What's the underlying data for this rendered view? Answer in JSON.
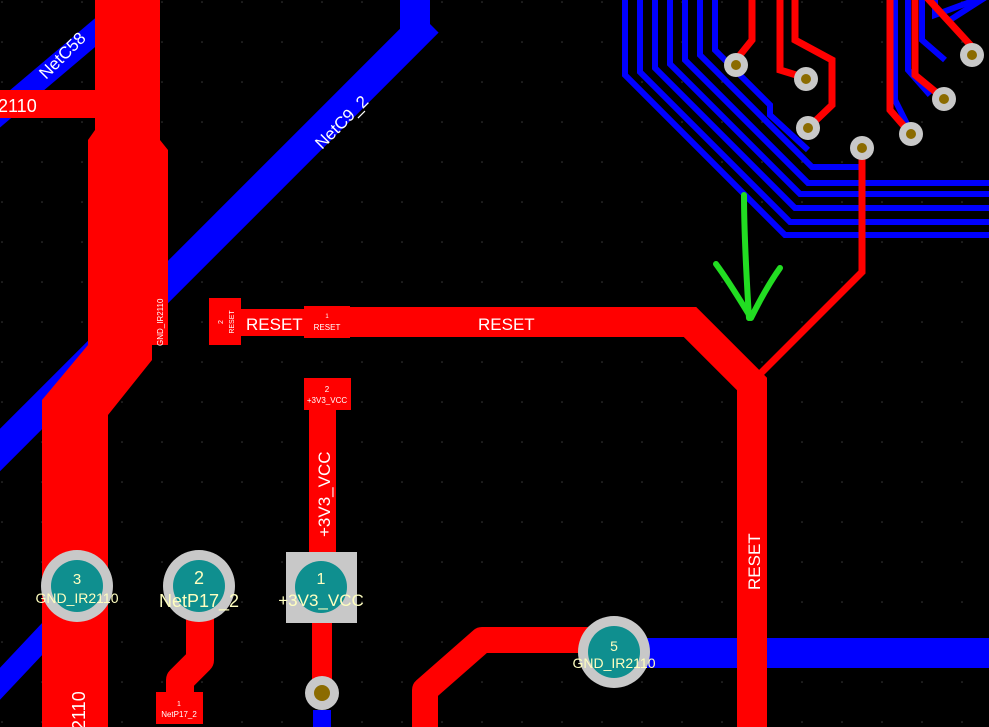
{
  "colors": {
    "background": "#000000",
    "top_copper": "#ff0000",
    "bottom_copper": "#0000ff",
    "pad_ring": "#c8c8c8",
    "pad_core": "#0f8f8f",
    "via_ring": "#c8c8c8",
    "via_hole": "#8b6b00",
    "silk_text": "#ffffc0",
    "net_text": "#ffffff",
    "annotation": "#22dd22"
  },
  "net_labels": {
    "netc58": "NetC58",
    "netc9": "NetC9_2",
    "ir2110_left": "2110",
    "ir2110_bottom": "2110",
    "reset_small": "RESET",
    "reset_mid": "RESET",
    "reset_vertical": "RESET",
    "vcc_vertical": "+3V3_VCC",
    "gnd_side": "GND_IR2110"
  },
  "pads": {
    "pad3": {
      "number": "3",
      "net": "GND_IR2110"
    },
    "pad2": {
      "number": "2",
      "net": "NetP17_2"
    },
    "pad1": {
      "number": "1",
      "net": "+3V3_VCC"
    },
    "pad5": {
      "number": "5",
      "net": "GND_IR2110"
    }
  },
  "smd": {
    "reset_pad2": {
      "number": "2",
      "net": "RESET"
    },
    "reset_pad1": {
      "number": "1",
      "net": "RESET"
    },
    "vcc_pad2": {
      "number": "2",
      "net": "+3V3_VCC"
    },
    "netp17_pad1": {
      "number": "1",
      "net": "NetP17_2"
    }
  },
  "annotation": {
    "icon": "arrow-down-icon"
  }
}
